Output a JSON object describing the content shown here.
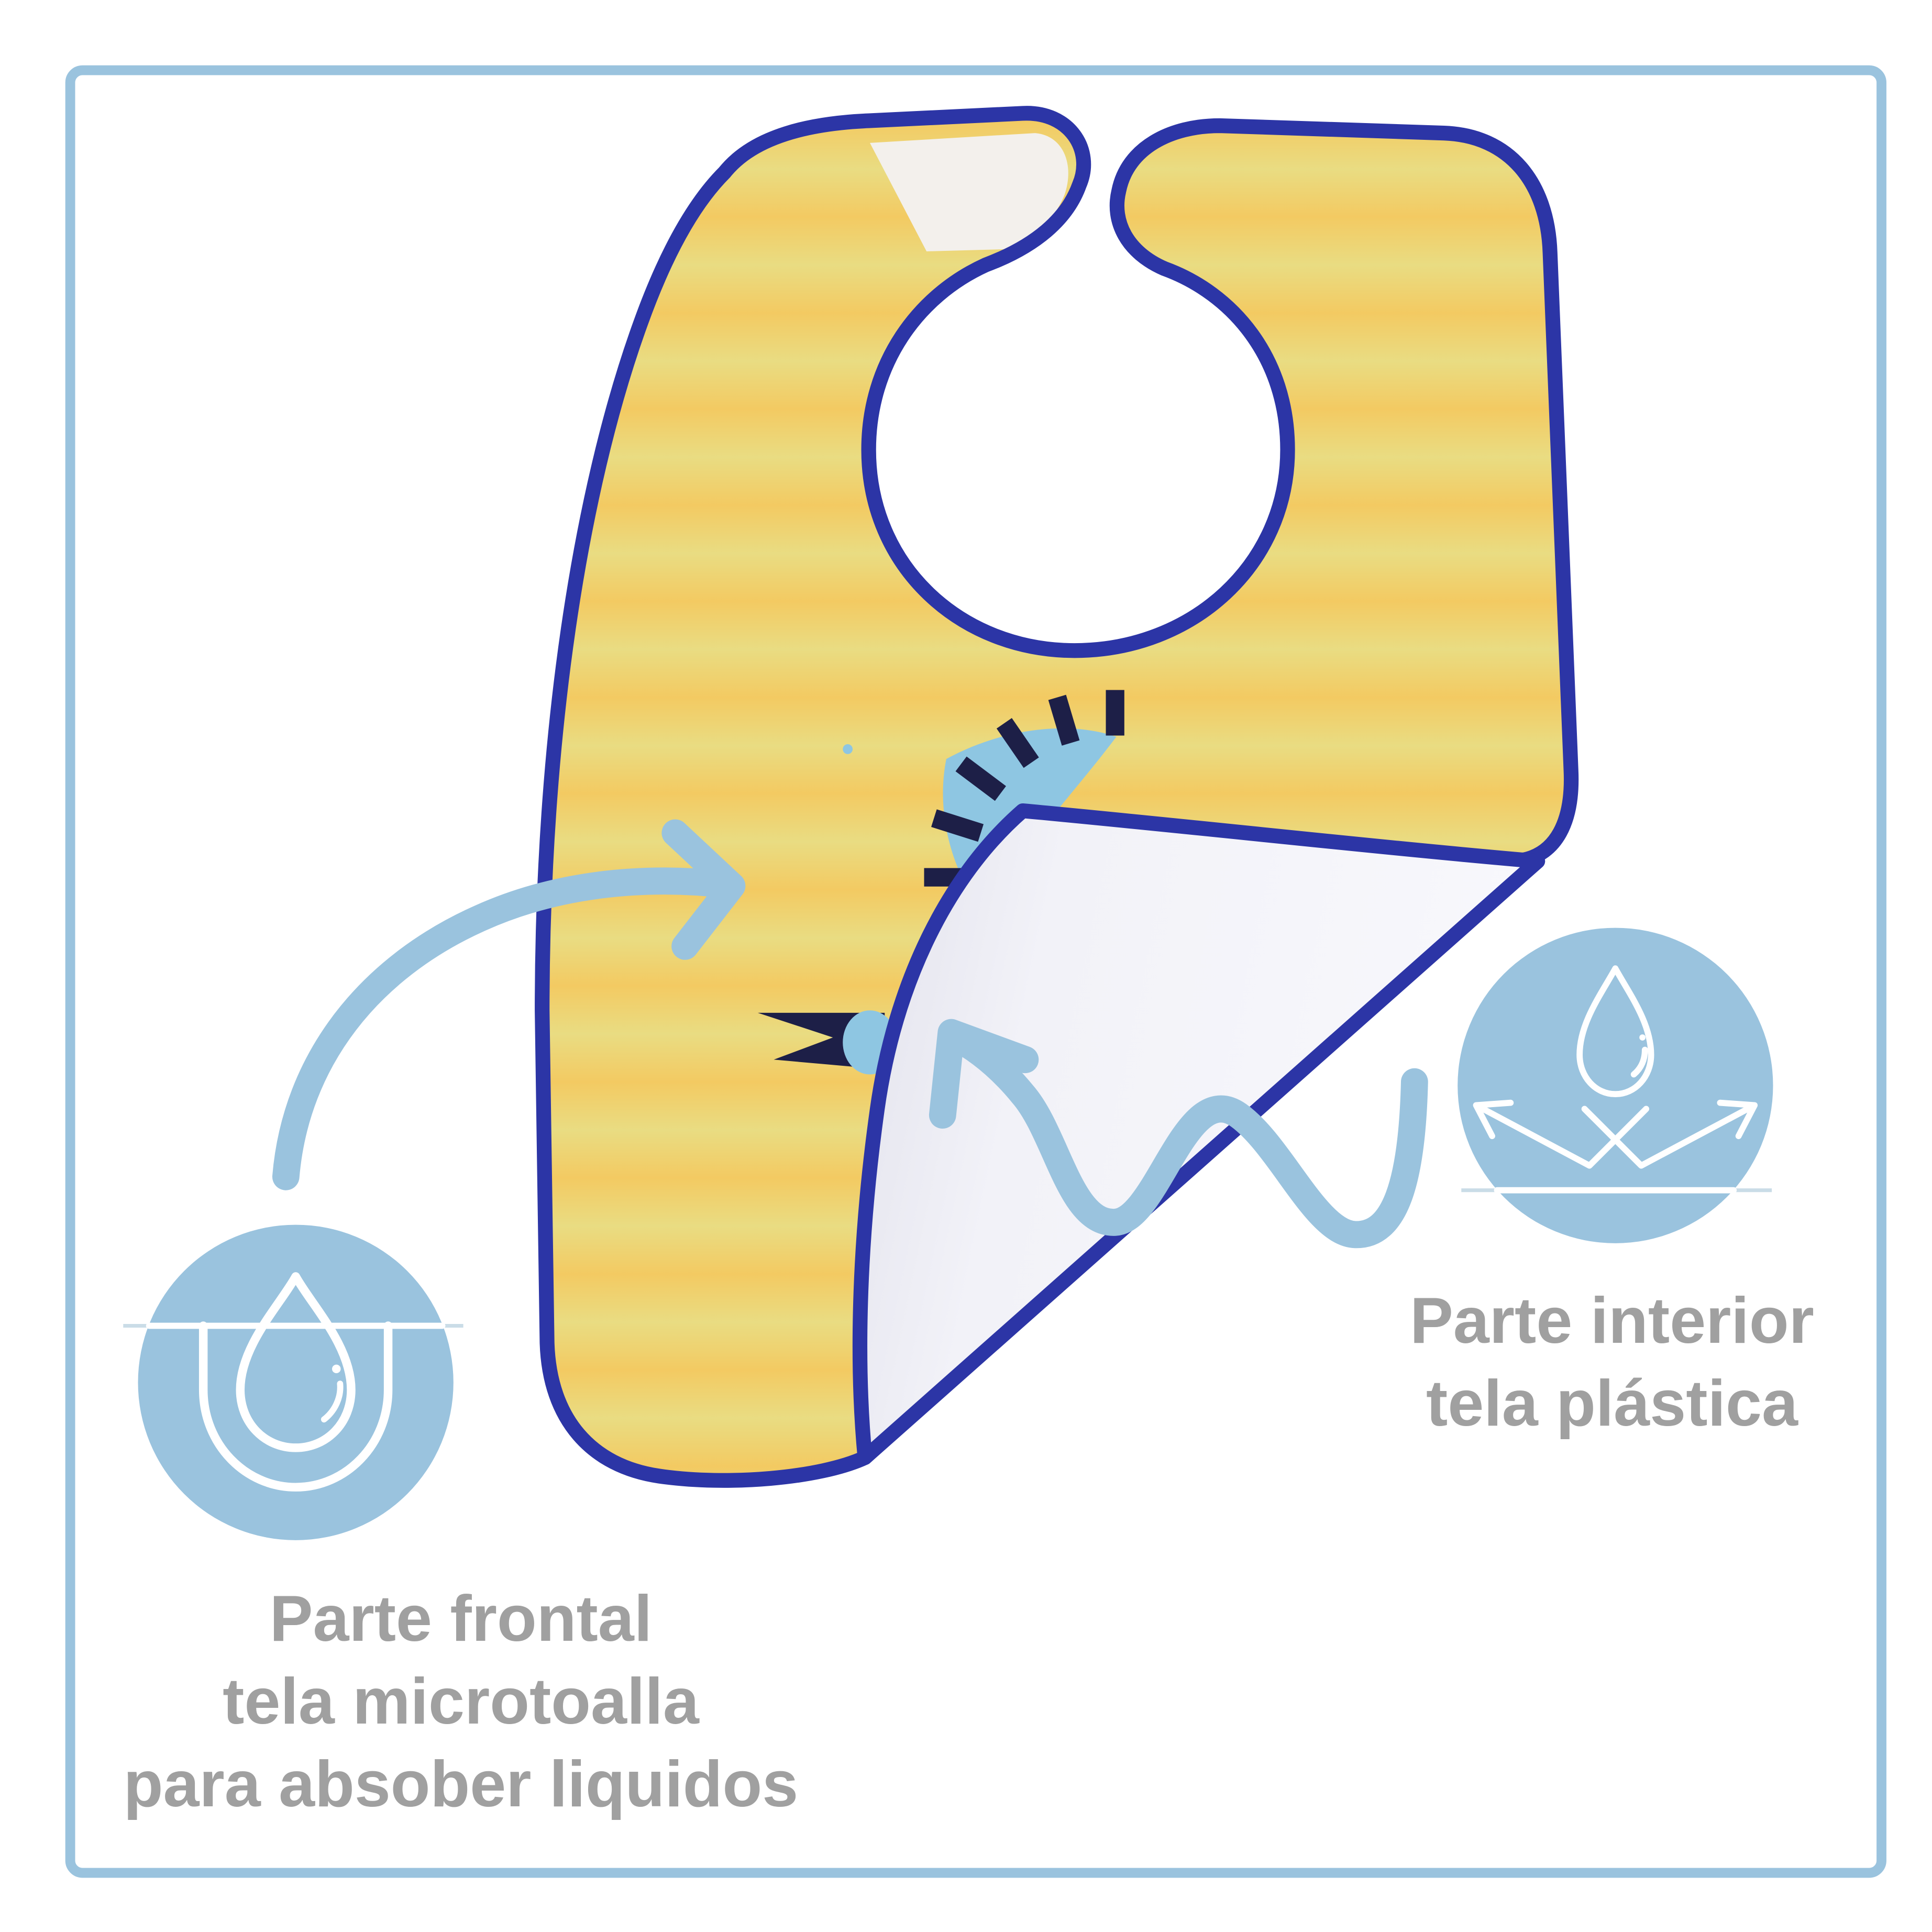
{
  "labels": {
    "front": {
      "lines": [
        "Parte frontal",
        "tela microtoalla",
        "para absober liquidos"
      ]
    },
    "inner": {
      "lines": [
        "Parte interior",
        "tela plástica"
      ]
    }
  },
  "icons": {
    "front": "absorbent-drop-icon",
    "inner": "waterproof-drop-icon",
    "front_pointer": "curved-arrow-icon",
    "inner_pointer": "wavy-arrow-icon"
  },
  "colors": {
    "accent": "#9ac3de",
    "text": "#a0a0a0",
    "trim": "#2c35a6",
    "fabric_light": "#e9dc82",
    "fabric_dark": "#f3ca62",
    "back": "#f8f8fc"
  }
}
